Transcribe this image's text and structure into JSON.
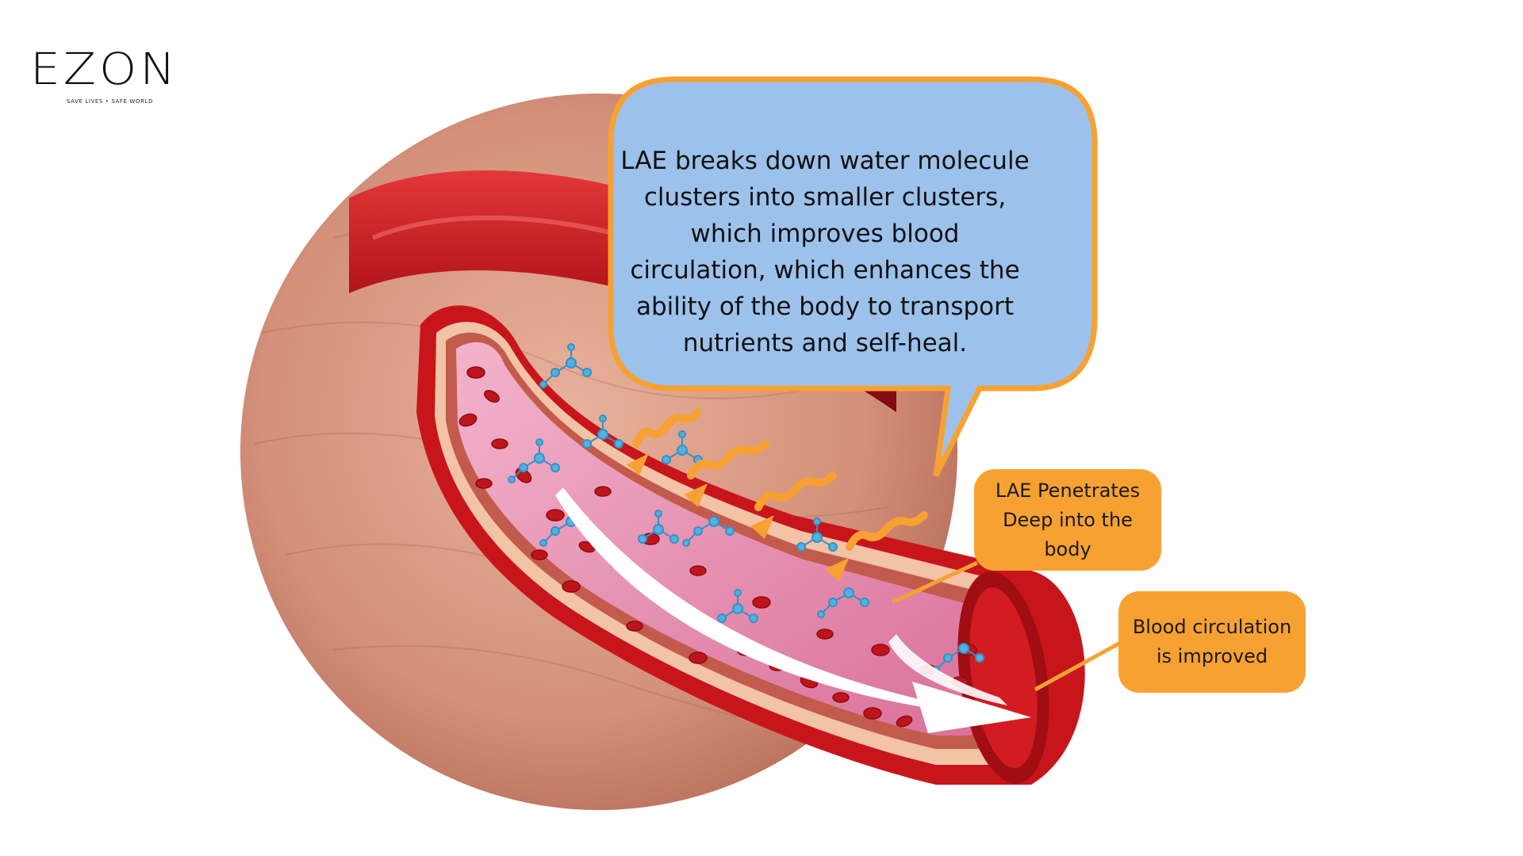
{
  "brand": {
    "name": "EZON",
    "tagline": "SAVE LIVES • SAFE WORLD"
  },
  "speech_bubble": {
    "text": "LAE breaks down water molecule clusters into smaller clusters, which improves blood circulation, which enhances the ability of the body to transport nutrients and self-heal."
  },
  "callouts": {
    "lae_penetrates": "LAE Penetrates Deep into the body",
    "blood_circulation": "Blood circulation is improved"
  },
  "colors": {
    "bubble_fill": "#9cc2ec",
    "bubble_border": "#f7a133",
    "callout_fill": "#f7a133",
    "vessel_red": "#c8151b",
    "tissue": "#d99a82",
    "lumen_pink": "#e98bb0",
    "molecule": "#4fb2e3"
  }
}
